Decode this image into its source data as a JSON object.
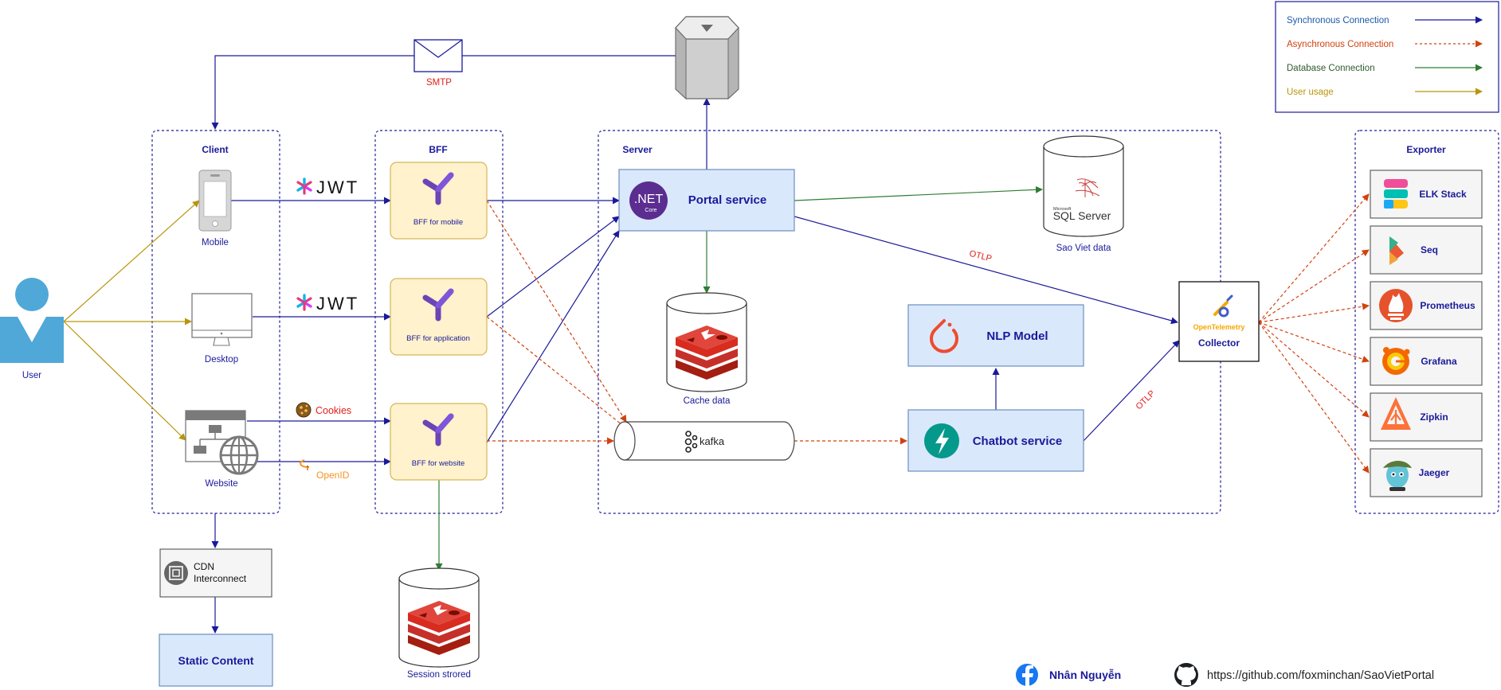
{
  "legend": {
    "sync": "Synchronous Connection",
    "async": "Asynchronous Connection",
    "db": "Database Connection",
    "usage": "User usage"
  },
  "colors": {
    "sync": "#1a1a9a",
    "async": "#d2420f",
    "db": "#2e7d32",
    "usage": "#b8960c",
    "box_fill": "#dae8fc",
    "box_stroke": "#6c8ebf",
    "bff_fill": "#fff2cc",
    "bff_stroke": "#d6b656",
    "label_red": "#e0201b"
  },
  "groups": {
    "client": "Client",
    "bff": "BFF",
    "server": "Server",
    "exporter": "Exporter"
  },
  "user": {
    "label": "User"
  },
  "clients": {
    "mobile": "Mobile",
    "desktop": "Desktop",
    "website": "Website"
  },
  "auth": {
    "jwt": "JWT",
    "cookies": "Cookies",
    "openid": "OpenID"
  },
  "smtp": "SMTP",
  "bffs": {
    "mobile": "BFF for mobile",
    "application": "BFF for application",
    "website": "BFF for website"
  },
  "server": {
    "portal": "Portal service",
    "net_top": ".NET",
    "net_bottom": "Core",
    "cache": "Cache data",
    "kafka": "kafka",
    "nlp": "NLP Model",
    "chatbot": "Chatbot service",
    "sql_small": "Microsoft",
    "sql_name": "SQL Server",
    "sql_caption": "Sao Viet data",
    "otlp_1": "OTLP",
    "otlp_2": "OTLP"
  },
  "collector": {
    "brand": "OpenTelemetry",
    "label": "Collector"
  },
  "exporters": [
    "ELK Stack",
    "Seq",
    "Prometheus",
    "Grafana",
    "Zipkin",
    "Jaeger"
  ],
  "cdn": {
    "line1": "CDN",
    "line2": "Interconnect"
  },
  "static_content": "Static Content",
  "session": "Session strored",
  "footer": {
    "author": "Nhân Nguyễn",
    "repo": "https://github.com/foxminchan/SaoVietPortal"
  }
}
